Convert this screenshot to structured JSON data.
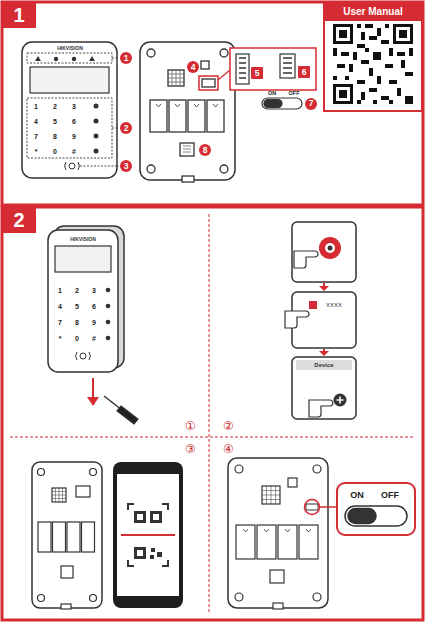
{
  "diagram": {
    "nodes": [
      {
        "text": [
          "1"
        ]
      },
      {
        "text": [
          "User Manual"
        ]
      },
      {
        "text": [
          "1"
        ]
      },
      {
        "text": [
          "2"
        ]
      },
      {
        "text": [
          "3"
        ]
      },
      {
        "text": [
          "4"
        ]
      },
      {
        "text": [
          "5"
        ]
      },
      {
        "text": [
          "6"
        ]
      },
      {
        "text": [
          "7"
        ]
      },
      {
        "text": [
          "8"
        ]
      },
      {
        "text": [
          "2"
        ]
      }
    ],
    "labels": [
      "HIKVISION",
      "1",
      "2",
      "3",
      "4",
      "5",
      "6",
      "7",
      "8",
      "9",
      "*",
      "0",
      "#",
      "ON",
      "OFF",
      "HIKVISION",
      "1",
      "2",
      "3",
      "4",
      "5",
      "6",
      "7",
      "8",
      "9",
      "*",
      "0",
      "#",
      "①",
      "②",
      "③",
      "④",
      "XXXX",
      "Device",
      "ON",
      "OFF"
    ]
  }
}
